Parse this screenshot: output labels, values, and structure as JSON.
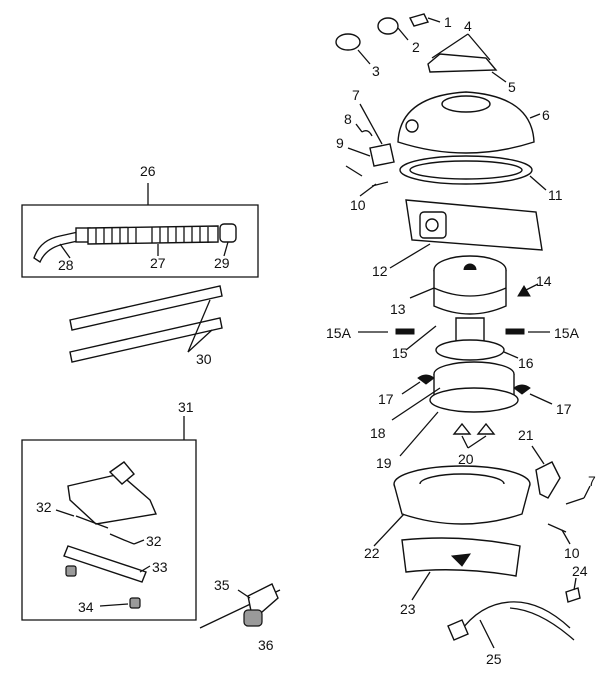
{
  "diagram": {
    "callouts": [
      {
        "id": "p1",
        "text": "1"
      },
      {
        "id": "p2",
        "text": "2"
      },
      {
        "id": "p3",
        "text": "3"
      },
      {
        "id": "p4",
        "text": "4"
      },
      {
        "id": "p5",
        "text": "5"
      },
      {
        "id": "p6",
        "text": "6"
      },
      {
        "id": "p7a",
        "text": "7"
      },
      {
        "id": "p7b",
        "text": "7"
      },
      {
        "id": "p8",
        "text": "8"
      },
      {
        "id": "p9",
        "text": "9"
      },
      {
        "id": "p10a",
        "text": "10"
      },
      {
        "id": "p10b",
        "text": "10"
      },
      {
        "id": "p11",
        "text": "11"
      },
      {
        "id": "p12",
        "text": "12"
      },
      {
        "id": "p13",
        "text": "13"
      },
      {
        "id": "p14",
        "text": "14"
      },
      {
        "id": "p15a",
        "text": "15A"
      },
      {
        "id": "p15a2",
        "text": "15A"
      },
      {
        "id": "p15",
        "text": "15"
      },
      {
        "id": "p16",
        "text": "16"
      },
      {
        "id": "p17a",
        "text": "17"
      },
      {
        "id": "p17b",
        "text": "17"
      },
      {
        "id": "p18",
        "text": "18"
      },
      {
        "id": "p19",
        "text": "19"
      },
      {
        "id": "p20",
        "text": "20"
      },
      {
        "id": "p21",
        "text": "21"
      },
      {
        "id": "p22",
        "text": "22"
      },
      {
        "id": "p23",
        "text": "23"
      },
      {
        "id": "p24",
        "text": "24"
      },
      {
        "id": "p25",
        "text": "25"
      },
      {
        "id": "p26",
        "text": "26"
      },
      {
        "id": "p27",
        "text": "27"
      },
      {
        "id": "p28",
        "text": "28"
      },
      {
        "id": "p29",
        "text": "29"
      },
      {
        "id": "p30",
        "text": "30"
      },
      {
        "id": "p31",
        "text": "31"
      },
      {
        "id": "p32a",
        "text": "32"
      },
      {
        "id": "p32b",
        "text": "32"
      },
      {
        "id": "p33",
        "text": "33"
      },
      {
        "id": "p34",
        "text": "34"
      },
      {
        "id": "p35",
        "text": "35"
      },
      {
        "id": "p36",
        "text": "36"
      }
    ]
  }
}
